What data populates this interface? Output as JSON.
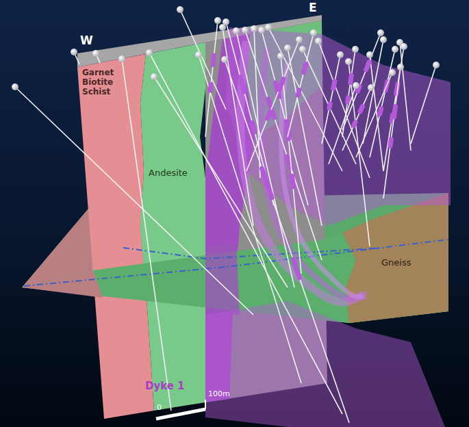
{
  "diagram": {
    "labels": [
      "W",
      "E",
      "Garnet Biotite Schist",
      "Andesite",
      "Gneiss",
      "Dyke 1",
      "0",
      "100m"
    ]
  }
}
